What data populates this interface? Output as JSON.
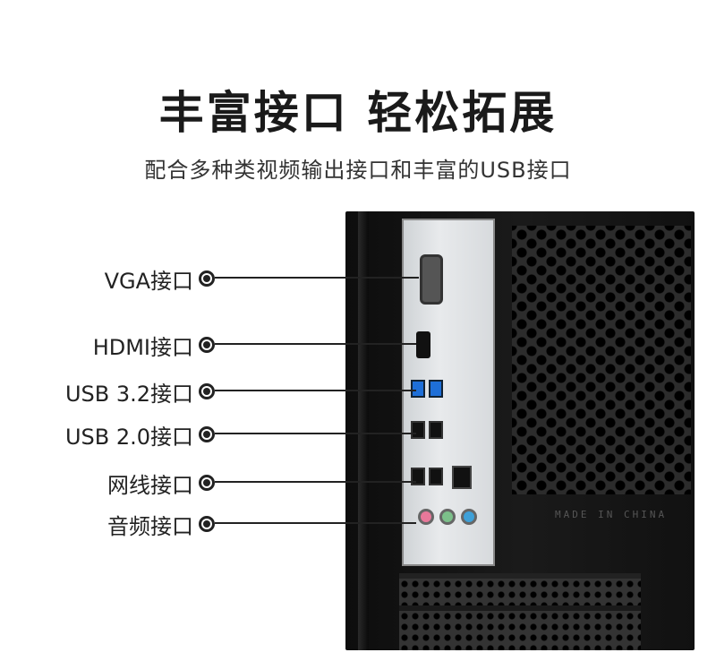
{
  "heading": {
    "title": "丰富接口 轻松拓展",
    "subtitle": "配合多种类视频输出接口和丰富的USB接口"
  },
  "ports": [
    {
      "label": "VGA接口"
    },
    {
      "label": "HDMI接口"
    },
    {
      "label": "USB 3.2接口"
    },
    {
      "label": "USB 2.0接口"
    },
    {
      "label": "网线接口"
    },
    {
      "label": "音频接口"
    }
  ],
  "case": {
    "made_in": "MADE IN CHINA"
  },
  "colors": {
    "usb3_port": "#1e6fd8",
    "audio_pink": "#e8789a",
    "audio_green": "#7cc08a",
    "audio_blue": "#3ea0d8"
  }
}
